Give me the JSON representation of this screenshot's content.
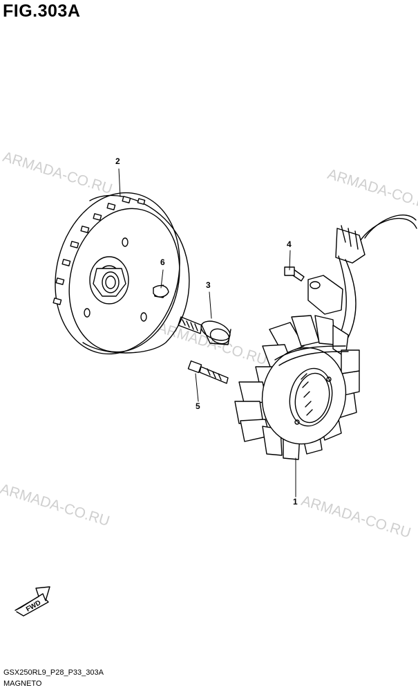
{
  "figure": {
    "title": "FIG.303A"
  },
  "callouts": {
    "part1": "1",
    "part2": "2",
    "part3": "3",
    "part4": "4",
    "part5": "5",
    "part6": "6"
  },
  "watermarks": [
    "ARMADA-CO.RU",
    "ARMADA-CO.RU",
    "ARMADA-CO.RU",
    "ARMADA-CO.RU",
    "ARMADA-CO.RU"
  ],
  "direction_badge": "FWD",
  "footer": {
    "code": "GSX250RL9_P28_P33_303A",
    "name": "MAGNETO"
  }
}
